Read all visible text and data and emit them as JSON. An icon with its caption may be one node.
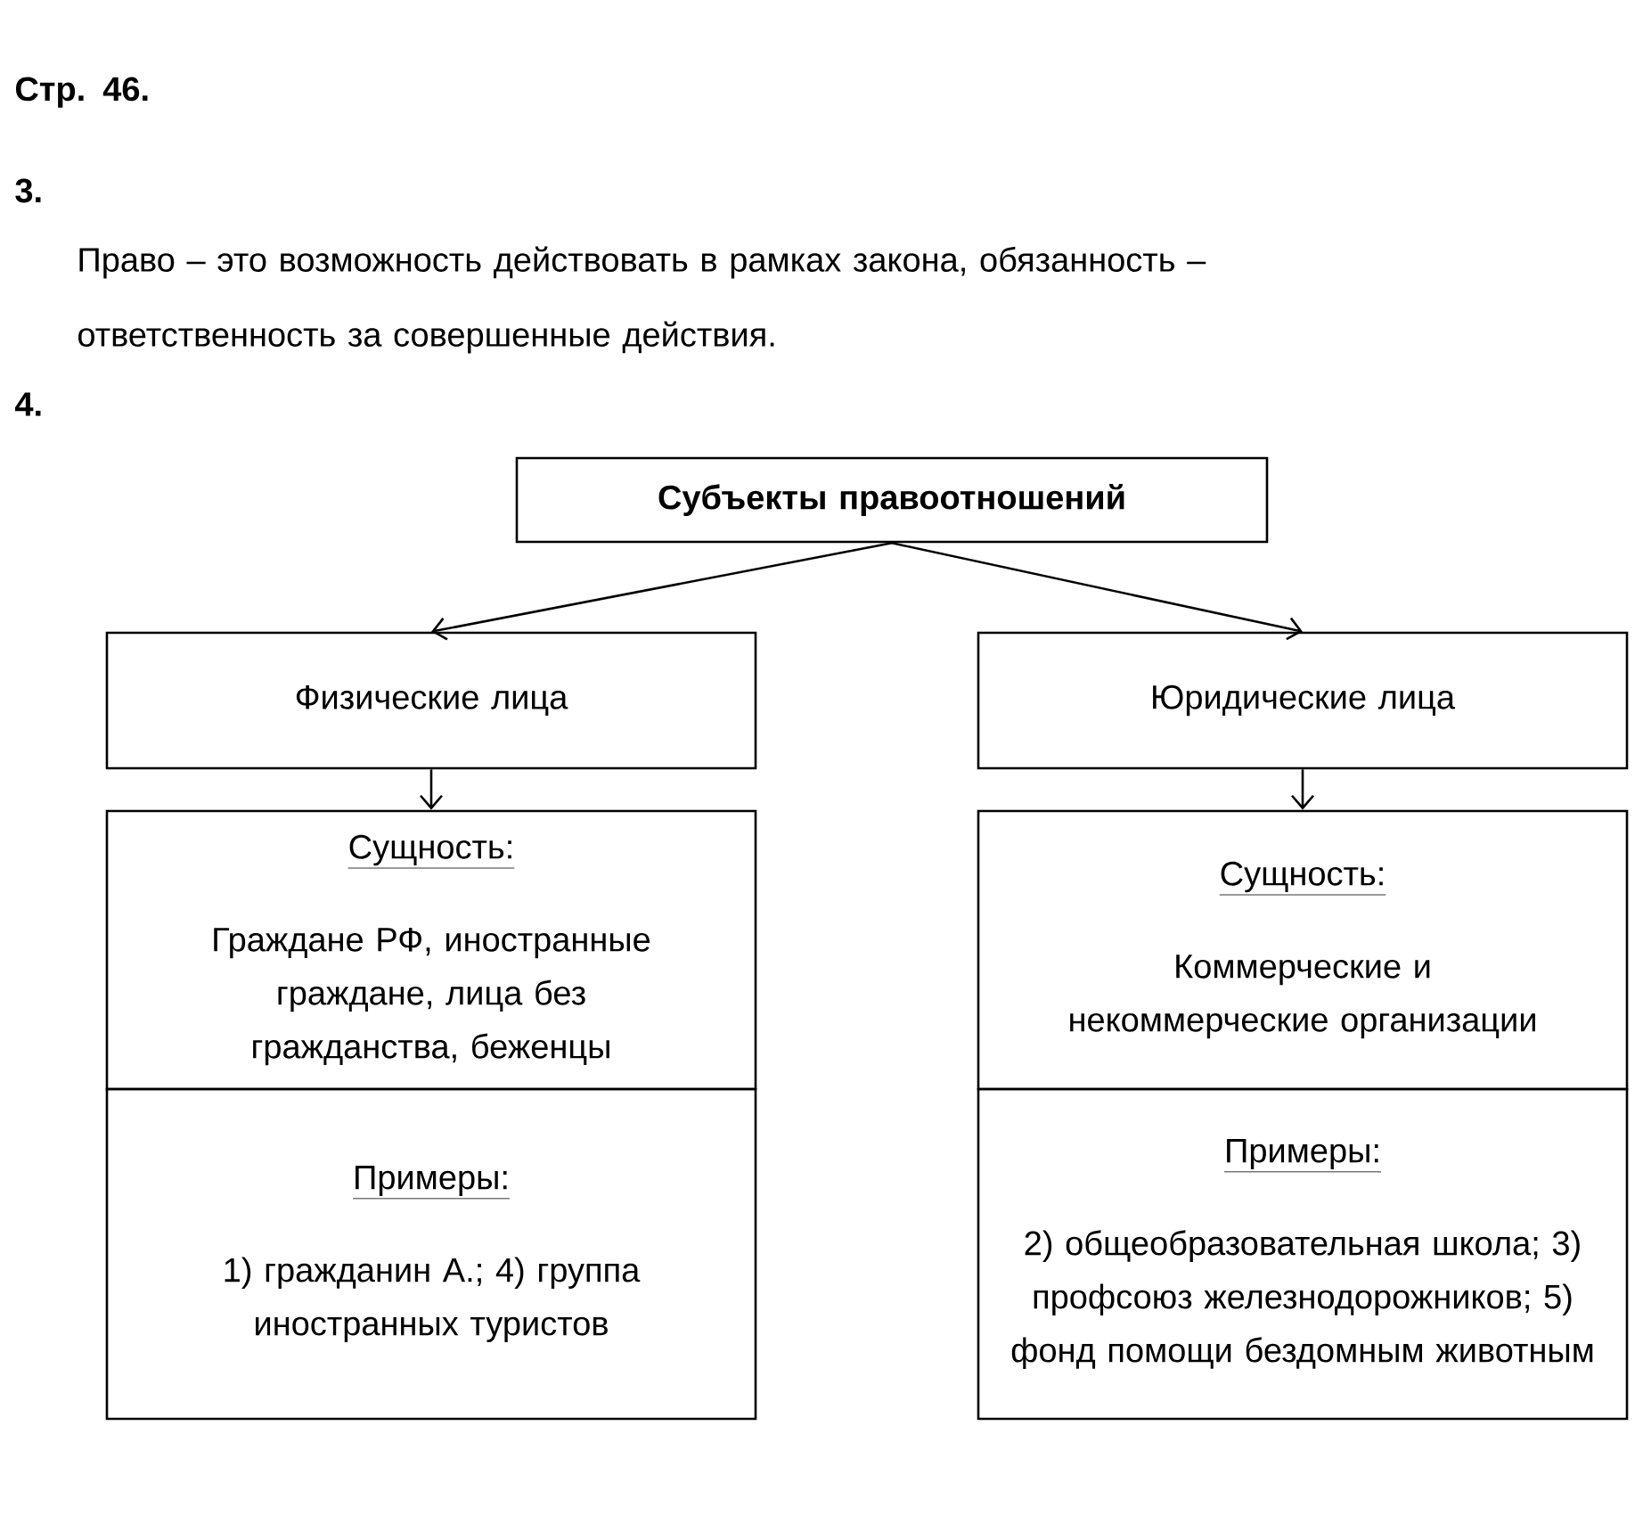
{
  "diagram": {
    "nodes": [
      {
        "text": [
          "Субъекты правоотношений"
        ]
      },
      {
        "text": [
          "Физические лица"
        ]
      },
      {
        "text": [
          "Юридические лица"
        ]
      },
      {
        "text": [
          "Сущность:",
          "Граждане РФ, иностранные граждане, лица без гражданства, беженцы"
        ]
      },
      {
        "text": [
          "Примеры:",
          "1) гражданин А.; 4) группа иностранных туристов"
        ]
      },
      {
        "text": [
          "Сущность:",
          "Коммерческие и некоммерческие организации"
        ]
      },
      {
        "text": [
          "Примеры:",
          "2) общеобразовательная школа; 3) профсоюз железнодорожников; 5) фонд помощи бездомным животным"
        ]
      }
    ],
    "edges": [
      {
        "from": 0,
        "to": 1,
        "arrow": "to"
      },
      {
        "from": 0,
        "to": 2,
        "arrow": "to"
      },
      {
        "from": 1,
        "to": 3,
        "arrow": "to"
      },
      {
        "from": 2,
        "to": 5,
        "arrow": "to"
      }
    ],
    "labels": [
      "Стр. 46.",
      "3.",
      "Право – это возможность действовать в рамках закона, обязанность – ответственность за совершенные действия.",
      "4."
    ]
  }
}
